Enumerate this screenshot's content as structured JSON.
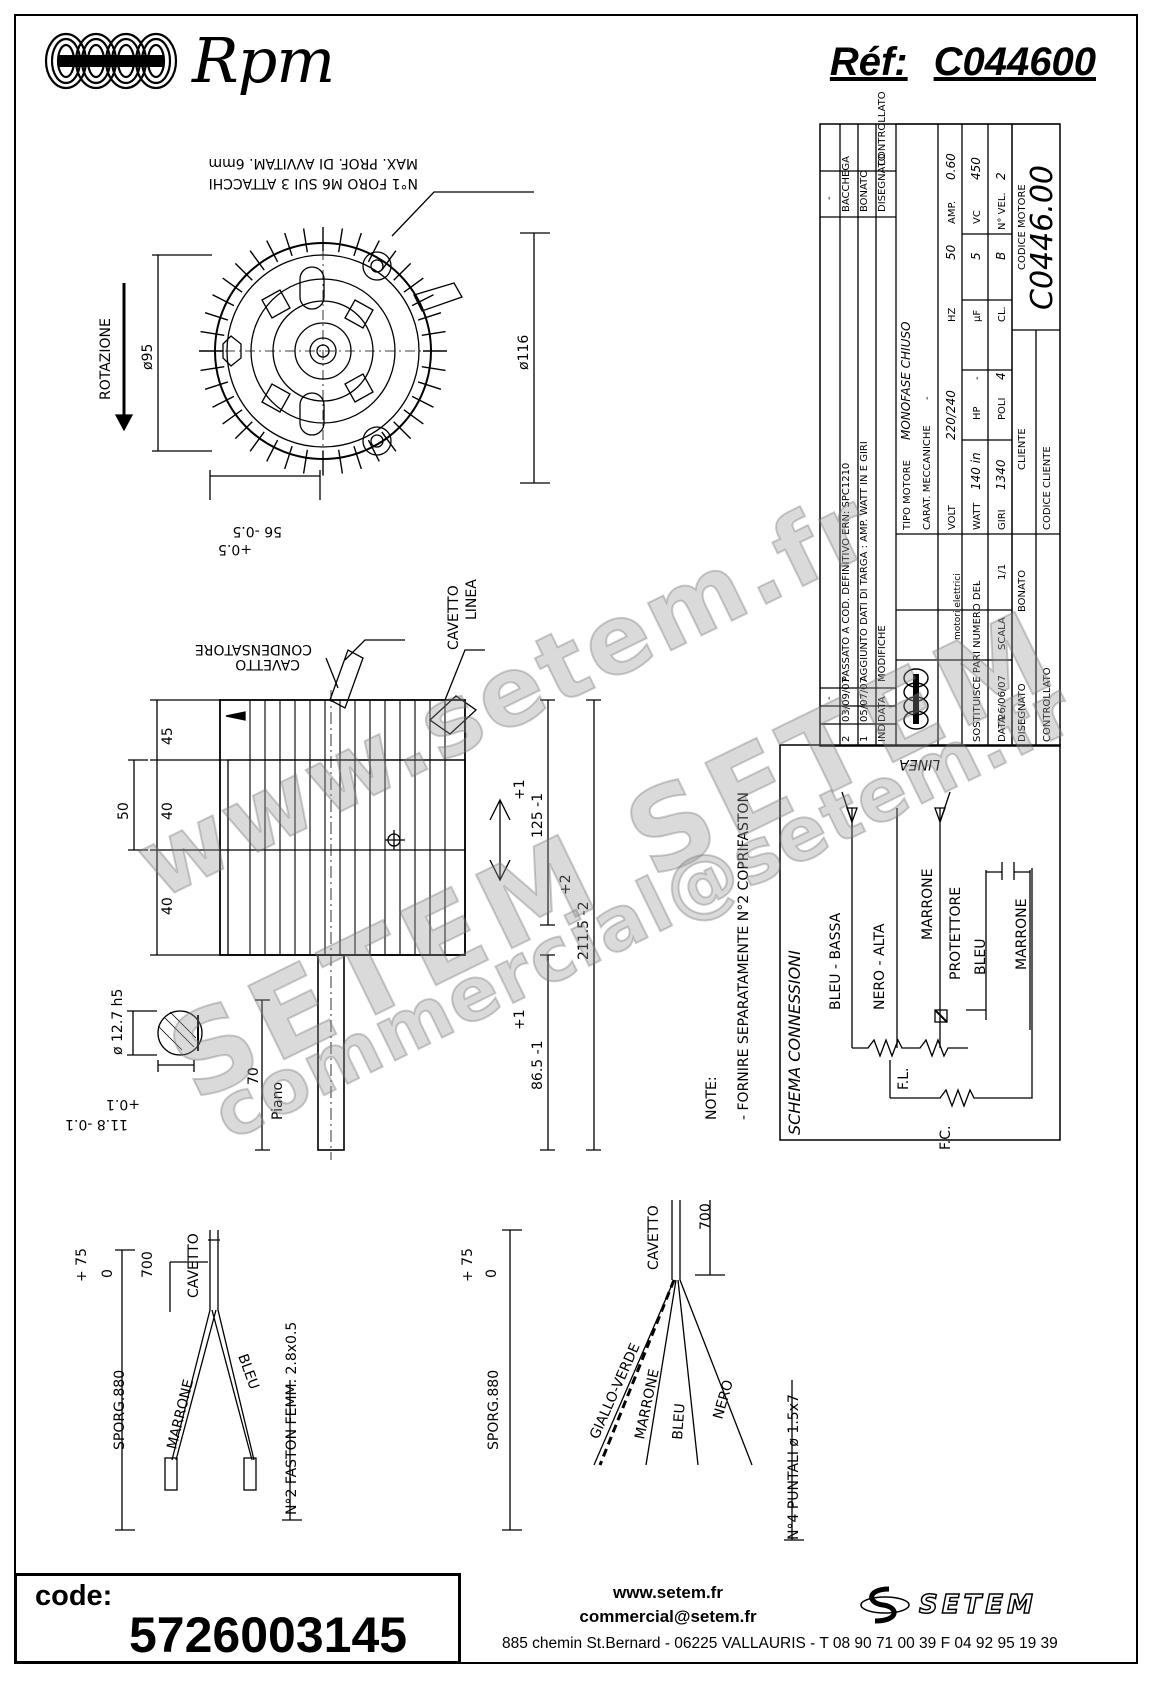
{
  "header": {
    "brand_text": "Rpm",
    "ref_label": "Réf:",
    "ref_value": "C044600"
  },
  "drawing": {
    "rotation_label": "ROTAZIONE",
    "hole_note_line1": "N°1 FORO M6 SUI 3 ATTACCHI",
    "hole_note_line2": "MAX. PROF. DI AVVITAM. 6mm",
    "dim_d95": "ø95",
    "dim_d116": "ø116",
    "dim_56": "56 -0.5",
    "dim_56_tol": "+0.5",
    "cable_condensatore_1": "CAVETTO",
    "cable_condensatore_2": "CONDENSATORE",
    "cable_linea_1": "CAVETTO",
    "cable_linea_2": "LINEA",
    "dim_45": "45",
    "dim_50": "50",
    "dim_40a": "40",
    "dim_40b": "40",
    "dim_125": "125 -1",
    "dim_125_tol": "+1",
    "dim_211": "211.5 -2",
    "dim_211_tol": "+2",
    "dim_86": "86.5 -1",
    "dim_86_tol": "+1",
    "dim_70": "70",
    "piano": "Piano",
    "dim_12_7": "ø 12.7 h5",
    "dim_11_8": "11.8 -0.1",
    "dim_11_8_tol": "+0.1",
    "note_title": "NOTE:",
    "note_text": "- FORNIRE SEPARATAMENTE N°2 COPRIFASTON",
    "schema_title": "SCHEMA CONNESSIONI",
    "linea": "LINEA",
    "w_bleu_bassa": "BLEU - BASSA",
    "w_nero_alta": "NERO - ALTA",
    "w_marrone": "MARRONE",
    "w_protettore": "PROTETTORE",
    "w_bleu": "BLEU",
    "w_marrone2": "MARRONE",
    "fl": "F.L.",
    "fc": "F.C.",
    "wire1_sporg": "SPORG.880",
    "wire1_tol_plus": "+ 75",
    "wire1_tol_zero": "0",
    "wire1_700": "700",
    "wire1_cavetto": "CAVETTO",
    "wire1_marrone": "MARRONE",
    "wire1_bleu": "BLEU",
    "wire1_faston": "N°2 FASTON FEMM. 2.8x0.5",
    "wire2_sporg": "SPORG.880",
    "wire2_tol_plus": "+ 75",
    "wire2_tol_zero": "0",
    "wire2_700": "700",
    "wire2_cavetto": "CAVETTO",
    "wire2_giallo": "GIALLO-VERDE",
    "wire2_marrone": "MARRONE",
    "wire2_bleu": "BLEU",
    "wire2_nero": "NERO",
    "wire2_puntali": "N°4 PUNTALI ø 1.5x7"
  },
  "title_block": {
    "rev_header_ind": "IND",
    "rev_header_data": "DATA",
    "rev_header_mod": "MODIFICHE",
    "rev_header_dis": "DISEGNATO",
    "rev_header_con": "CONTROLLATO",
    "rev1_ind": "1",
    "rev1_date": "05/07/07",
    "rev1_text": "AGGIUNTO DATI DI TARGA : AMP. WATT IN E GIRI",
    "rev1_by": "BONATO",
    "rev2_ind": "2",
    "rev2_date": "03/09/07",
    "rev2_text": "PASSATO A COD. DEFINITIVO ERN: SPC1210",
    "rev2_by": "BACCHEGA",
    "dash": "-",
    "company_sub": "motori elettrici",
    "tipo_label": "TIPO MOTORE",
    "tipo_value": "MONOFASE CHIUSO",
    "carat_label": "CARAT. MECCANICHE",
    "carat_value": "-",
    "volt_label": "VOLT",
    "volt_value": "220/240",
    "hz_label": "HZ",
    "hz_value": "50",
    "amp_label": "AMP.",
    "amp_value": "0.60",
    "watt_label": "WATT",
    "watt_value": "140 in",
    "hp_label": "HP",
    "hp_value": "-",
    "uf_label": "µF",
    "uf_value": "5",
    "vc_label": "VC",
    "vc_value": "450",
    "giri_label": "GIRI",
    "giri_value": "1340",
    "poli_label": "POLI",
    "poli_value": "4",
    "cl_label": "CL.",
    "cl_value": "B",
    "vel_label": "N° VEL.",
    "vel_value": "2",
    "sostituisce_label": "SOSTITUISCE PARI NUMERO DEL",
    "sostituisce_value": "-",
    "data_label": "DATA",
    "data_value": "26/06/07",
    "scala_label": "SCALA",
    "scala_value": "1/1",
    "disegnato_label": "DISEGNATO",
    "disegnato_value": "BONATO",
    "controllato_label": "CONTROLLATO",
    "cliente_label": "CLIENTE",
    "codice_cliente_label": "CODICE CLIENTE",
    "codice_motore_label": "CODICE MOTORE",
    "codice_motore_value": "C0446.00"
  },
  "watermark": {
    "line1": "www.setem.fr",
    "line2": "SETEM  SETEM",
    "line3": "commercial@setem.fr"
  },
  "footer": {
    "code_label": "code:",
    "code_value": "5726003145",
    "website": "www.setem.fr",
    "email": "commercial@setem.fr",
    "address": "885 chemin St.Bernard  -  06225 VALLAURIS  -  T 08 90 71 00 39  F 04 92 95 19 39",
    "brand": "SETEM"
  }
}
